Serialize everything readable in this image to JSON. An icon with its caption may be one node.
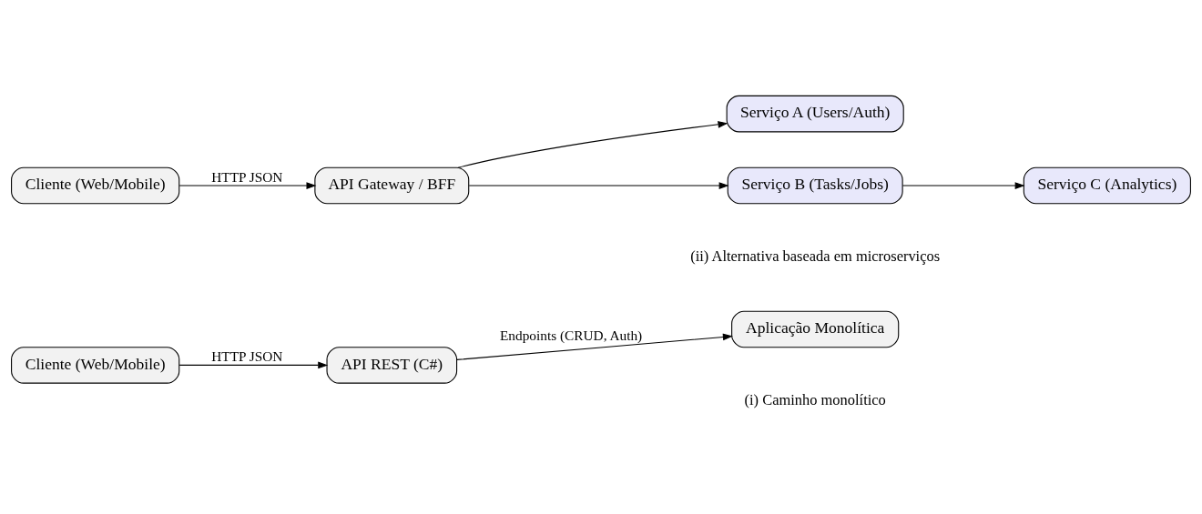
{
  "diagram": {
    "nodes": [
      {
        "text": [
          "Cliente (Web/Mobile)"
        ]
      },
      {
        "text": [
          "API REST (C#)"
        ]
      },
      {
        "text": [
          "Aplicação Monolítica"
        ]
      },
      {
        "text": [
          "Cliente (Web/Mobile)"
        ]
      },
      {
        "text": [
          "API Gateway / BFF"
        ]
      },
      {
        "text": [
          "Serviço A (Users/Auth)"
        ]
      },
      {
        "text": [
          "Serviço B (Tasks/Jobs)"
        ]
      },
      {
        "text": [
          "Serviço C (Analytics)"
        ]
      }
    ],
    "edges": [
      {
        "from": 0,
        "to": 1,
        "arrow": "to",
        "label": "HTTP JSON"
      },
      {
        "from": 1,
        "to": 2,
        "arrow": "to",
        "label": "Endpoints (CRUD, Auth)"
      },
      {
        "from": 3,
        "to": 4,
        "arrow": "to",
        "label": "HTTP JSON"
      },
      {
        "from": 4,
        "to": 5,
        "arrow": "to"
      },
      {
        "from": 4,
        "to": 6,
        "arrow": "to"
      },
      {
        "from": 6,
        "to": 7,
        "arrow": "to"
      }
    ],
    "labels": [
      "(i) Caminho monolítico",
      "(ii) Alternativa baseada em microserviços"
    ]
  }
}
